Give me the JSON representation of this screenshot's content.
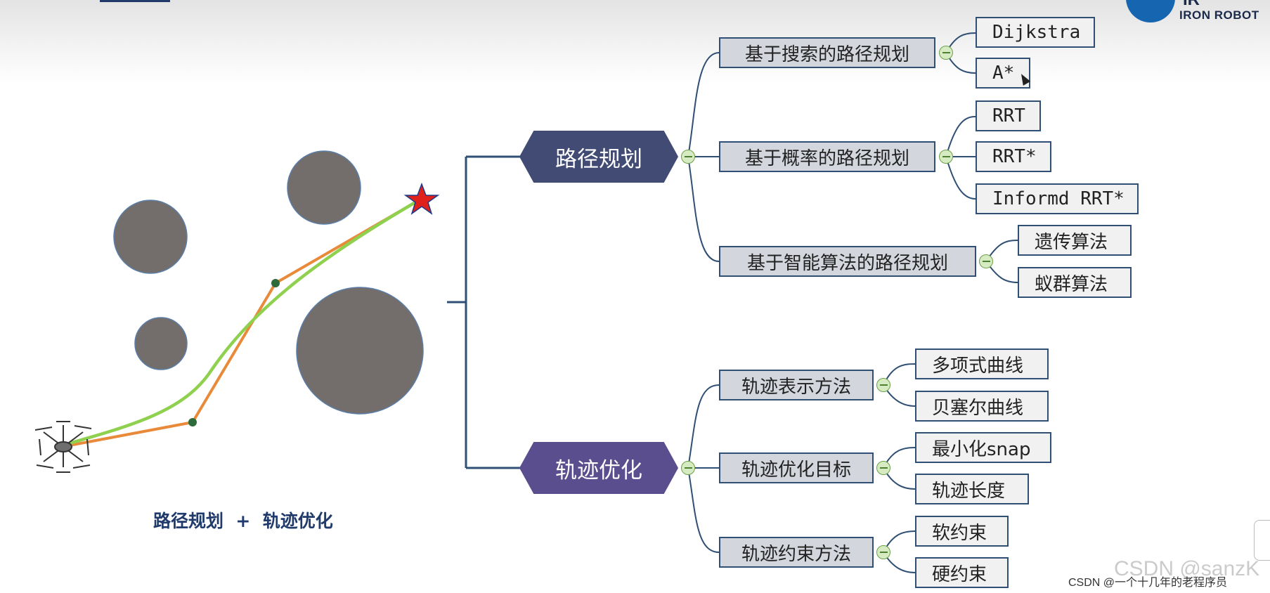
{
  "header": {
    "logo_text": "IRON ROBOT",
    "logo_partial": "IR"
  },
  "left_panel": {
    "caption": "路径规划  +  轨迹优化",
    "colors": {
      "obstacle": "#736e6c",
      "path": "#e88a3a",
      "trajectory": "#8fd14f",
      "waypoint": "#2e6b3a",
      "goal": "#e0201b"
    },
    "icons": [
      "drone-icon",
      "goal-star-icon"
    ]
  },
  "mindmap": {
    "colors": {
      "branch_line": "#2f4f74",
      "node_path": "#414b74",
      "node_traj": "#5a4e8e",
      "l1_fill": "#d3d6dd",
      "l2_fill": "#f1f1f1",
      "collapse_fill": "#d6ebc2"
    },
    "roots": [
      {
        "label": "路径规划",
        "children": [
          {
            "label": "基于搜索的路径规划",
            "children": [
              "Dijkstra",
              "A*"
            ]
          },
          {
            "label": "基于概率的路径规划",
            "children": [
              "RRT",
              "RRT*",
              "Informd RRT*"
            ]
          },
          {
            "label": "基于智能算法的路径规划",
            "children": [
              "遗传算法",
              "蚁群算法"
            ]
          }
        ]
      },
      {
        "label": "轨迹优化",
        "children": [
          {
            "label": "轨迹表示方法",
            "children": [
              "多项式曲线",
              "贝塞尔曲线"
            ]
          },
          {
            "label": "轨迹优化目标",
            "children": [
              "最小化snap",
              "轨迹长度"
            ]
          },
          {
            "label": "轨迹约束方法",
            "children": [
              "软约束",
              "硬约束"
            ]
          }
        ]
      }
    ]
  },
  "footer": {
    "credit": "CSDN @一个十几年的老程序员",
    "watermark": "CSDN @sanzK"
  }
}
